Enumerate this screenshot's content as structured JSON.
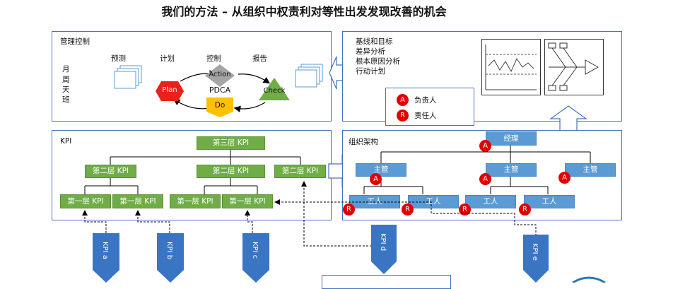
{
  "title": "我们的方法 – 从组织中权责利对等性出发发现改善的机会",
  "management": {
    "label": "管理控制",
    "cycle_labels": [
      "月",
      "周",
      "天",
      "班"
    ],
    "stages": [
      "预测",
      "计划",
      "控制",
      "报告"
    ],
    "pdca": {
      "center": "PDCA",
      "plan": "Plan",
      "do": "Do",
      "check": "Check",
      "action": "Action"
    }
  },
  "analysis": {
    "items": [
      "基线和目标",
      "差异分析",
      "根本原因分析",
      "行动计划"
    ]
  },
  "legend": [
    {
      "badge": "A",
      "label": "负责人"
    },
    {
      "badge": "R",
      "label": "责任人"
    }
  ],
  "kpi": {
    "label": "KPI",
    "level3": "第三层 KPI",
    "level2": [
      "第二层 KPI",
      "第二层 KPI",
      "第二层 KPI"
    ],
    "level1": [
      "第一层 KPI",
      "第一层 KPI",
      "第一层 KPI",
      "第一层 KPI"
    ]
  },
  "org": {
    "label": "组织架构",
    "manager": "经理",
    "supervisors": [
      "主管",
      "主管",
      "主管"
    ],
    "workers": [
      "工人",
      "工人",
      "工人",
      "工人"
    ],
    "badge_a": "A",
    "badge_r": "R"
  },
  "kpi_arrows": [
    "KPI a",
    "KPI b",
    "KPI c",
    "KPI d",
    "KPI e"
  ],
  "colors": {
    "panel_border": "#4472c4",
    "kpi_green": "#70ad47",
    "org_blue": "#5b9bd5",
    "badge_red": "#e00000",
    "arrow_blue": "#3a75c4"
  }
}
